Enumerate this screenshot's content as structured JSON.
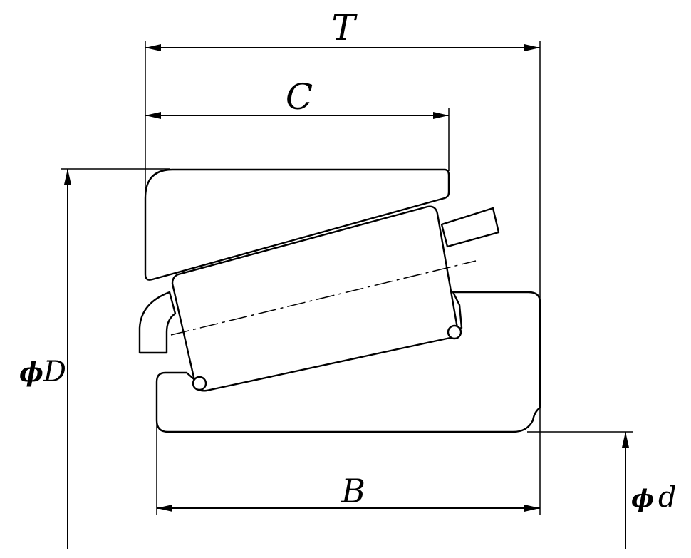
{
  "labels": {
    "T": "T",
    "C": "C",
    "B": "B",
    "D_symbol": "ϕ",
    "D": "D",
    "d_symbol": "ϕ",
    "d": "d"
  }
}
